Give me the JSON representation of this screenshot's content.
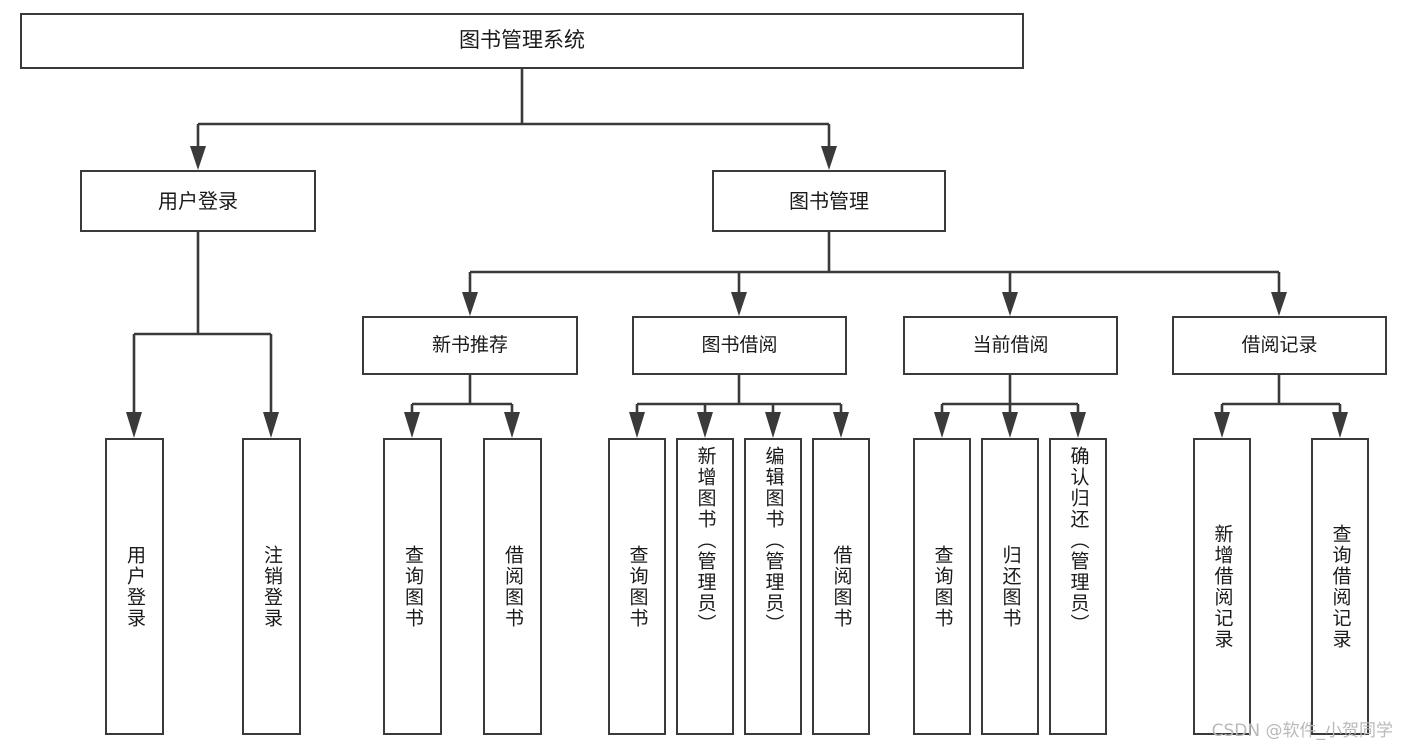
{
  "diagram": {
    "title": "图书管理系统",
    "type": "tree-hierarchy-diagram",
    "colors": {
      "background": "#ffffff",
      "box_border": "#3a3a3a",
      "box_fill": "#ffffff",
      "connector": "#3a3a3a",
      "text": "#1a1a1a",
      "watermark": "#b9b9b9"
    },
    "root": {
      "label": "图书管理系统"
    },
    "level2": [
      {
        "label": "用户登录"
      },
      {
        "label": "图书管理"
      }
    ],
    "level3": [
      {
        "label": "新书推荐"
      },
      {
        "label": "图书借阅"
      },
      {
        "label": "当前借阅"
      },
      {
        "label": "借阅记录"
      }
    ],
    "leaves": {
      "user_login": [
        {
          "label": "用户登录"
        },
        {
          "label": "注销登录"
        }
      ],
      "new_book_recommend": [
        {
          "label": "查询图书"
        },
        {
          "label": "借阅图书"
        }
      ],
      "book_borrow": [
        {
          "label": "查询图书"
        },
        {
          "label": "新增图书（管理员）"
        },
        {
          "label": "编辑图书（管理员）"
        },
        {
          "label": "借阅图书"
        }
      ],
      "current_borrow": [
        {
          "label": "查询图书"
        },
        {
          "label": "归还图书"
        },
        {
          "label": "确认归还（管理员）"
        }
      ],
      "borrow_records": [
        {
          "label": "新增借阅记录"
        },
        {
          "label": "查询借阅记录"
        }
      ]
    }
  },
  "watermark": {
    "text": "CSDN @软件_小贺同学"
  }
}
